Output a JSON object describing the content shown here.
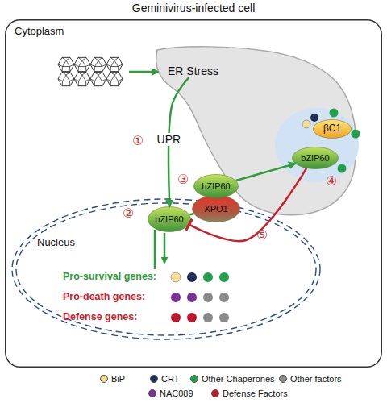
{
  "diagram": {
    "nodes": [
      {
        "text": [
          "Geminivirus-infected cell"
        ]
      },
      {
        "text": [
          "ER Stress"
        ],
        "in": 0
      },
      {
        "text": [
          "Nucleus"
        ],
        "in": 0
      },
      {
        "text": [
          "bZIP60"
        ],
        "in": 2
      },
      {
        "text": [
          "bZIP60"
        ],
        "in": 0
      },
      {
        "text": [
          "XPO1"
        ],
        "in": 0
      },
      {
        "text": [
          "βC1"
        ],
        "in": 1
      },
      {
        "text": [
          "bZIP60"
        ],
        "in": 1
      }
    ],
    "edges": [
      {
        "from": 1,
        "to": 3,
        "arrow": "to",
        "label": "UPR"
      },
      {
        "from": 3,
        "to": 5,
        "arrow": "none"
      },
      {
        "from": 4,
        "to": 7,
        "arrow": "to"
      },
      {
        "from": 7,
        "to": 3,
        "arrow": "to"
      }
    ],
    "labels": [
      "Cytoplasm",
      "①",
      "②",
      "③",
      "④",
      "⑤",
      "Pro-survival genes:",
      "Pro-death genes:",
      "Defense genes:"
    ],
    "legend": [
      {
        "text": "BiP",
        "color": "#f5dc94"
      },
      {
        "text": "CRT",
        "color": "#1f2d5a"
      },
      {
        "text": "Other Chaperones",
        "color": "#22a04b"
      },
      {
        "text": "Other factors",
        "color": "#8a8a8a"
      },
      {
        "text": "NAC089",
        "color": "#7a2f96"
      },
      {
        "text": "Defense Factors",
        "color": "#c1172c"
      }
    ]
  }
}
